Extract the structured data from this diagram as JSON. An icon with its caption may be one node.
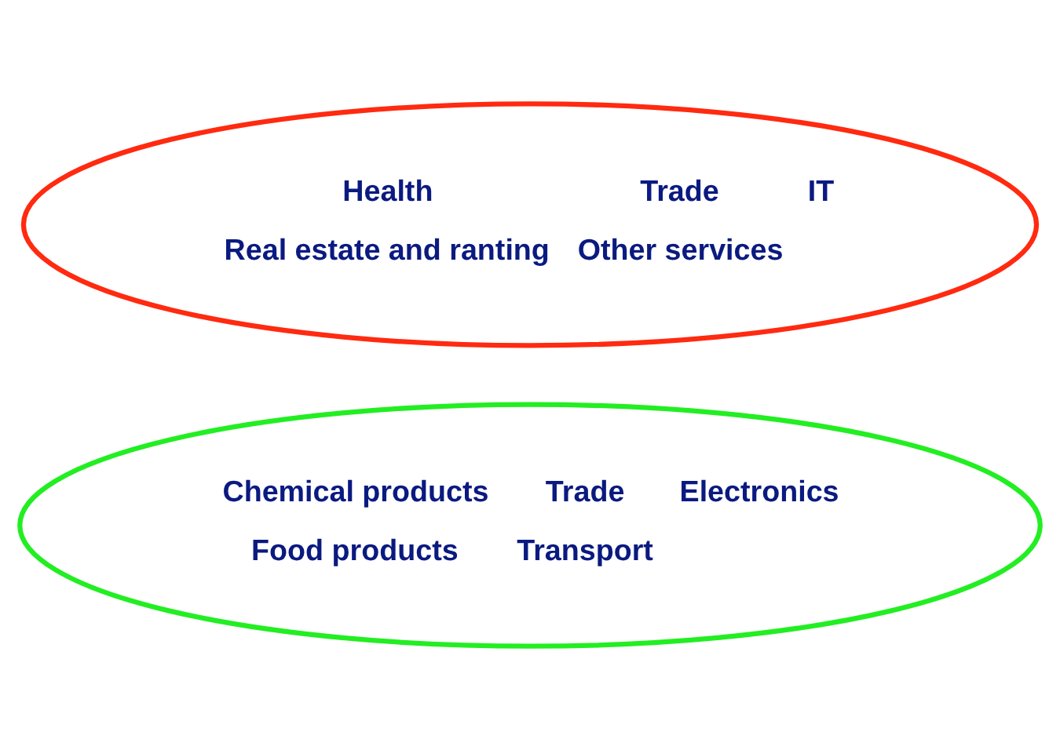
{
  "diagram": {
    "nodes": [
      {
        "text": [
          "Health",
          "Trade",
          "IT",
          "Real estate and ranting",
          "Other services"
        ]
      },
      {
        "text": [
          "Chemical products",
          "Trade",
          "Electronics",
          "Food products",
          "Transport"
        ]
      }
    ]
  }
}
